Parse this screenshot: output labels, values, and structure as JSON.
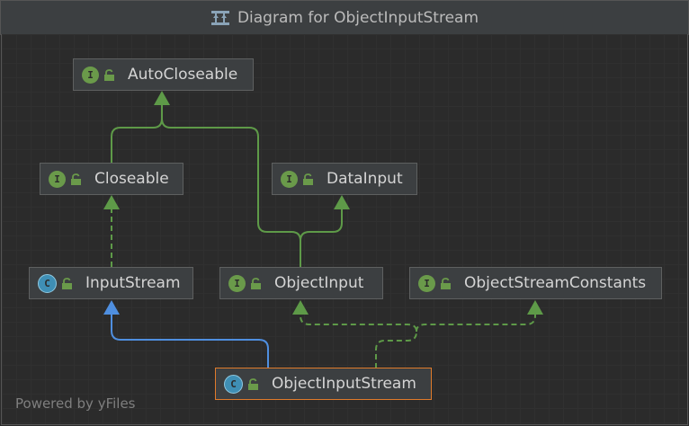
{
  "window": {
    "title": "Diagram for ObjectInputStream",
    "icon": "diagram-icon"
  },
  "footer": {
    "powered_by": "Powered by yFiles"
  },
  "colors": {
    "implements_edge": "#5e9a48",
    "extends_edge": "#4f8fe0",
    "selected_border": "#e07b2b"
  },
  "nodes": [
    {
      "id": "autocloseable",
      "label": "AutoCloseable",
      "kind": "interface",
      "badge": "I"
    },
    {
      "id": "closeable",
      "label": "Closeable",
      "kind": "interface",
      "badge": "I"
    },
    {
      "id": "datainput",
      "label": "DataInput",
      "kind": "interface",
      "badge": "I"
    },
    {
      "id": "inputstream",
      "label": "InputStream",
      "kind": "abstract-class",
      "badge": "C"
    },
    {
      "id": "objectinput",
      "label": "ObjectInput",
      "kind": "interface",
      "badge": "I"
    },
    {
      "id": "objectstreamconstants",
      "label": "ObjectStreamConstants",
      "kind": "interface",
      "badge": "I"
    },
    {
      "id": "objectinputstream",
      "label": "ObjectInputStream",
      "kind": "class",
      "badge": "C",
      "selected": true
    }
  ]
}
